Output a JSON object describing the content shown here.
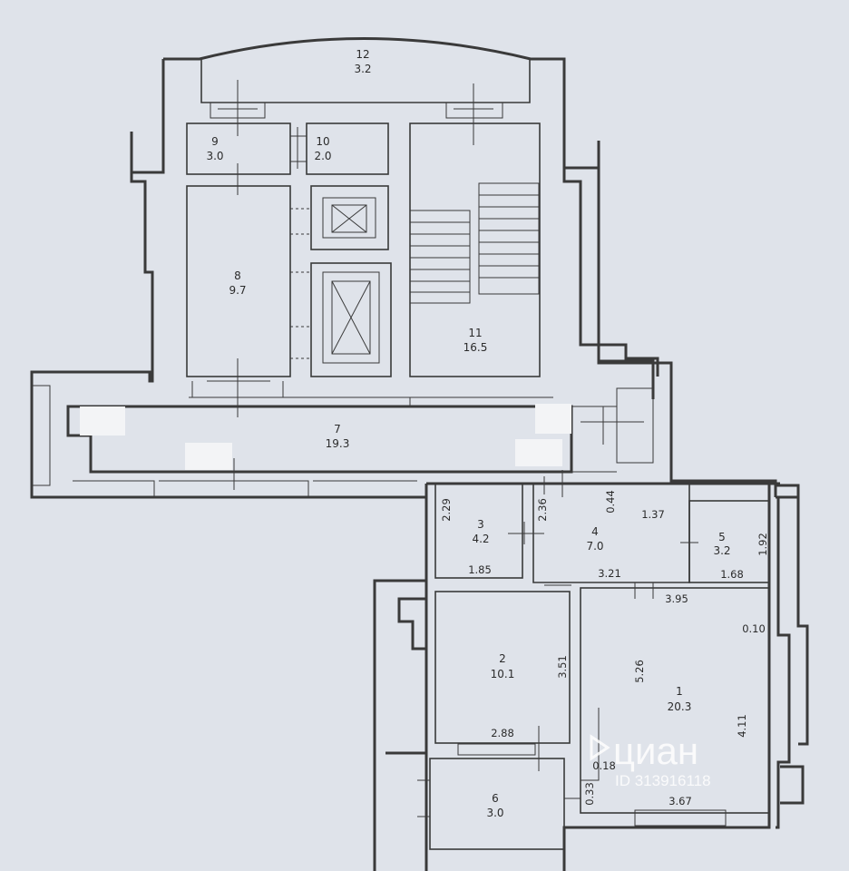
{
  "rooms": [
    {
      "number": "12",
      "area": "3.2"
    },
    {
      "number": "9",
      "area": "3.0"
    },
    {
      "number": "10",
      "area": "2.0"
    },
    {
      "number": "8",
      "area": "9.7"
    },
    {
      "number": "11",
      "area": "16.5"
    },
    {
      "number": "7",
      "area": "19.3"
    },
    {
      "number": "3",
      "area": "4.2"
    },
    {
      "number": "4",
      "area": "7.0"
    },
    {
      "number": "5",
      "area": "3.2"
    },
    {
      "number": "2",
      "area": "10.1"
    },
    {
      "number": "1",
      "area": "20.3"
    },
    {
      "number": "6",
      "area": "3.0"
    }
  ],
  "dimensions": {
    "d229": "2.29",
    "d236": "2.36",
    "d044": "0.44",
    "d137": "1.37",
    "d192": "1.92",
    "d185": "1.85",
    "d321": "3.21",
    "d168": "1.68",
    "d395": "3.95",
    "d010": "0.10",
    "d351": "3.51",
    "d526": "5.26",
    "d411": "4.11",
    "d288": "2.88",
    "d018": "0.18",
    "d033": "0.33",
    "d367": "3.67"
  },
  "watermark": {
    "brand": "циан",
    "id": "ID 313916118"
  }
}
